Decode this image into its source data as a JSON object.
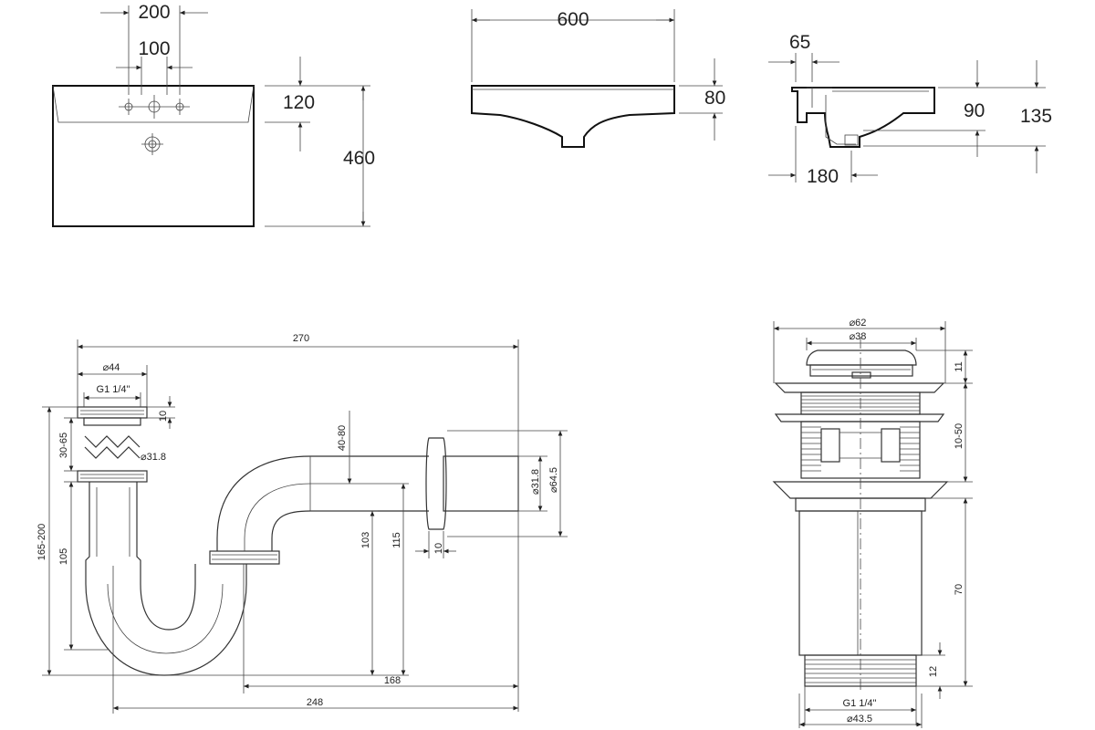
{
  "top_views": {
    "plan_dims": [
      "200",
      "100",
      "120",
      "460"
    ],
    "front_dims": [
      "600",
      "80"
    ],
    "side_dims": [
      "65",
      "90",
      "135",
      "180"
    ]
  },
  "siphon": {
    "dims": [
      "270",
      "⌀44",
      "G1 1/4\"",
      "10",
      "30-65",
      "⌀31.8",
      "165-200",
      "105",
      "40-80",
      "⌀31.8",
      "⌀64.5",
      "10",
      "103",
      "115",
      "168",
      "248"
    ]
  },
  "drain_valve": {
    "dims": [
      "⌀62",
      "⌀38",
      "11",
      "10-50",
      "70",
      "12",
      "G1 1/4\"",
      "⌀43.5"
    ]
  }
}
